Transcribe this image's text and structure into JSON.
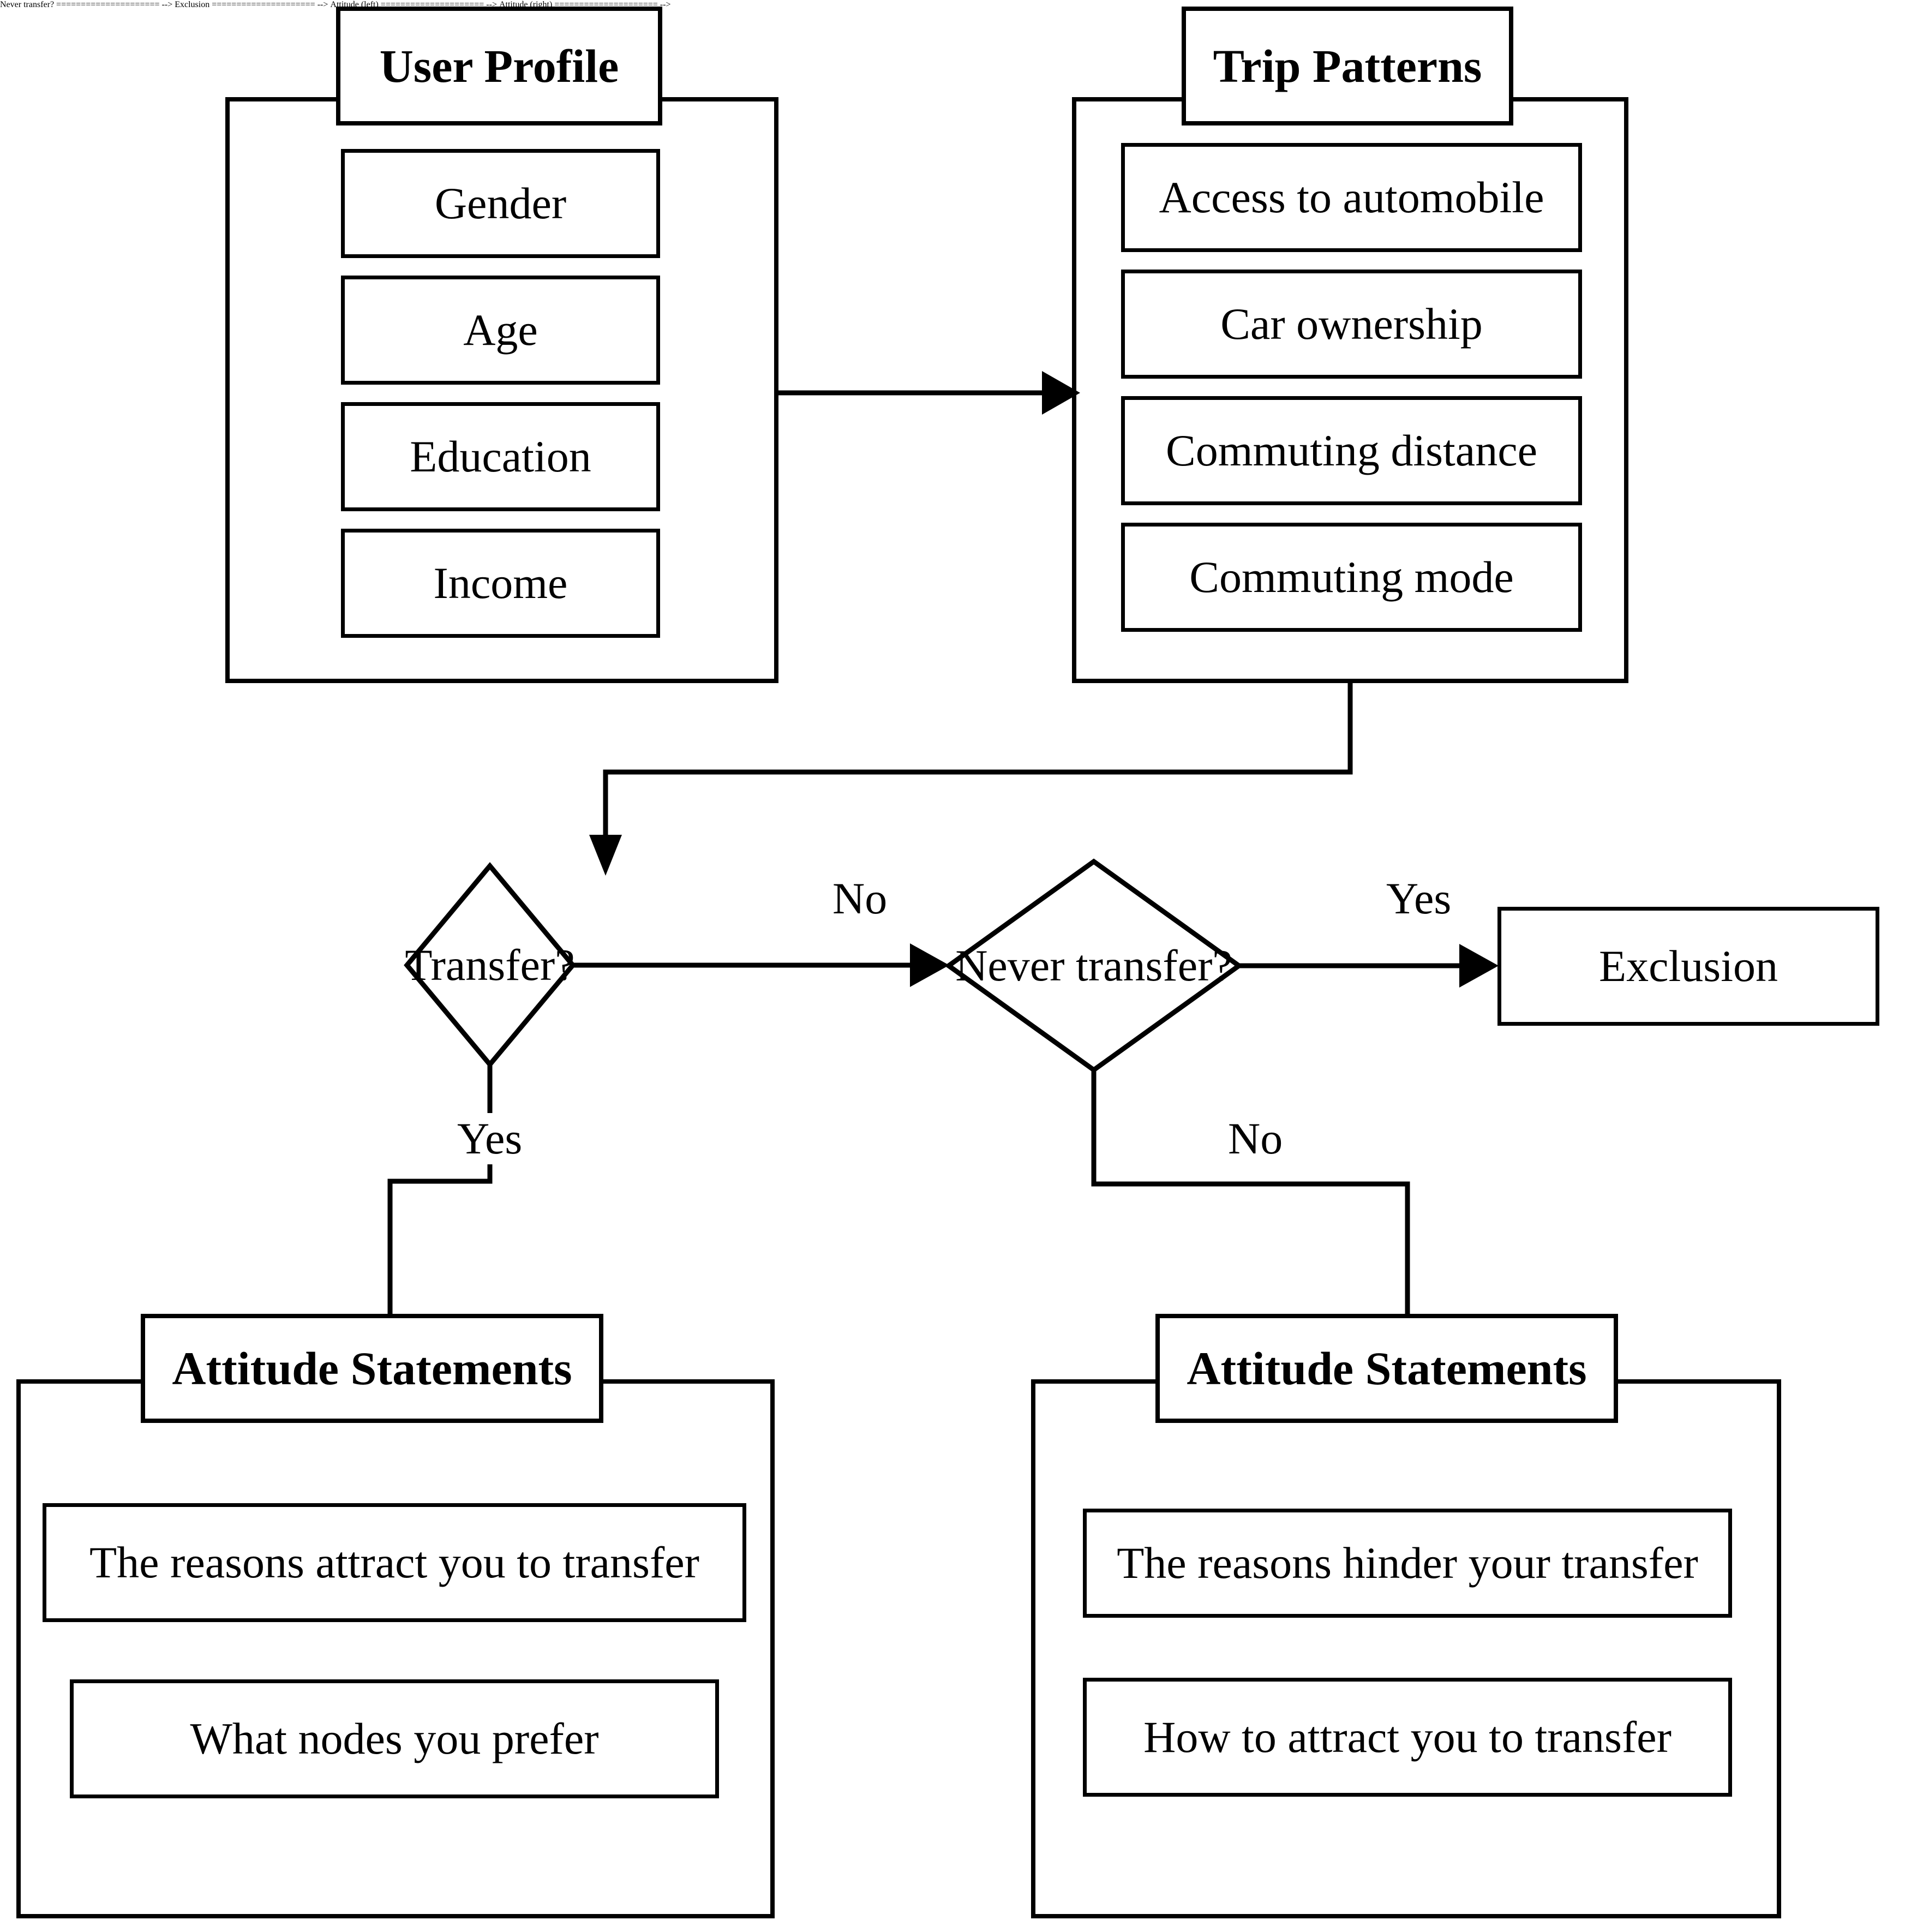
{
  "diagram": {
    "type": "flowchart",
    "title_implicit": "Survey questionnaire structure flowchart"
  },
  "groups": {
    "user_profile": {
      "title": "User Profile",
      "items": [
        "Gender",
        "Age",
        "Education",
        "Income"
      ]
    },
    "trip_patterns": {
      "title": "Trip Patterns",
      "items": [
        "Access to automobile",
        "Car ownership",
        "Commuting distance",
        "Commuting mode"
      ]
    },
    "attitude_left": {
      "title": "Attitude Statements",
      "items": [
        "The reasons attract you to transfer",
        "What nodes you prefer"
      ]
    },
    "attitude_right": {
      "title": "Attitude Statements",
      "items": [
        "The reasons hinder your transfer",
        "How to attract you to transfer"
      ]
    }
  },
  "decisions": {
    "transfer": "Transfer?",
    "never_transfer": "Never transfer?"
  },
  "terminals": {
    "exclusion": "Exclusion"
  },
  "edge_labels": {
    "transfer_no": "No",
    "transfer_yes": "Yes",
    "never_yes": "Yes",
    "never_no": "No"
  },
  "colors": {
    "stroke": "#000000",
    "fill": "#ffffff",
    "text": "#000000"
  }
}
